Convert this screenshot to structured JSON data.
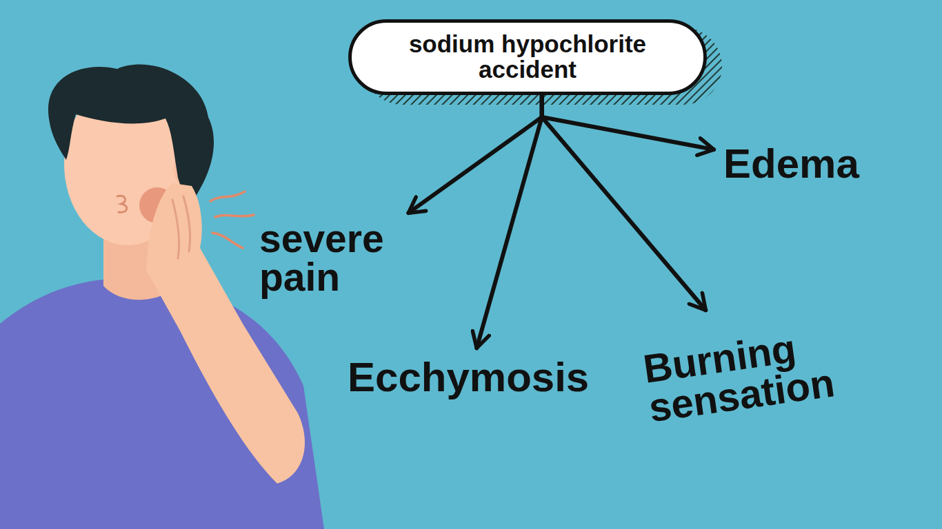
{
  "diagram": {
    "nodes": [
      {
        "text": [
          "sodium hypochlorite accident"
        ]
      },
      {
        "text": [
          "Edema"
        ]
      },
      {
        "text": [
          "severe pain"
        ]
      },
      {
        "text": [
          "Ecchymosis"
        ]
      },
      {
        "text": [
          "Burning sensation"
        ]
      }
    ],
    "edges": [
      {
        "from": 0,
        "to": 1,
        "arrow": "to"
      },
      {
        "from": 0,
        "to": 2,
        "arrow": "to"
      },
      {
        "from": 0,
        "to": 3,
        "arrow": "to"
      },
      {
        "from": 0,
        "to": 4,
        "arrow": "to"
      }
    ]
  }
}
